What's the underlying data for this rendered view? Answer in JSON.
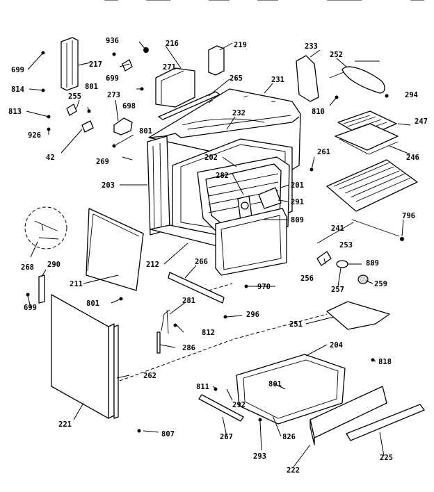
{
  "diagram": {
    "part_labels": {
      "p936": "936",
      "p216": "216",
      "p219": "219",
      "p233": "233",
      "p252": "252",
      "p699a": "699",
      "p217": "217",
      "p271": "271",
      "p699b": "699",
      "p814": "814",
      "p255": "255",
      "p801a": "801",
      "p273": "273",
      "p698": "698",
      "p265": "265",
      "p231": "231",
      "p294": "294",
      "p810": "810",
      "p813": "813",
      "p232": "232",
      "p247": "247",
      "p926": "926",
      "p801b": "801",
      "p42": "42",
      "p269": "269",
      "p202": "202",
      "p261": "261",
      "p246": "246",
      "p282": "282",
      "p203": "203",
      "p201": "201",
      "p291": "291",
      "p268": "268",
      "p809a": "809",
      "p241": "241",
      "p796": "796",
      "p253": "253",
      "p212": "212",
      "p290": "290",
      "p266a": "266",
      "p256": "256",
      "p809b": "809",
      "p211": "211",
      "p257": "257",
      "p259": "259",
      "p970": "970",
      "p699c": "699",
      "p801c": "801",
      "p281": "281",
      "p296": "296",
      "p251": "251",
      "p812": "812",
      "p204": "204",
      "p286": "286",
      "p818": "818",
      "p262": "262",
      "p811": "811",
      "p801d": "801",
      "p292": "292",
      "p221": "221",
      "p807": "807",
      "p267": "267",
      "p826": "826",
      "p293": "293",
      "p225": "225",
      "p222": "222"
    }
  }
}
